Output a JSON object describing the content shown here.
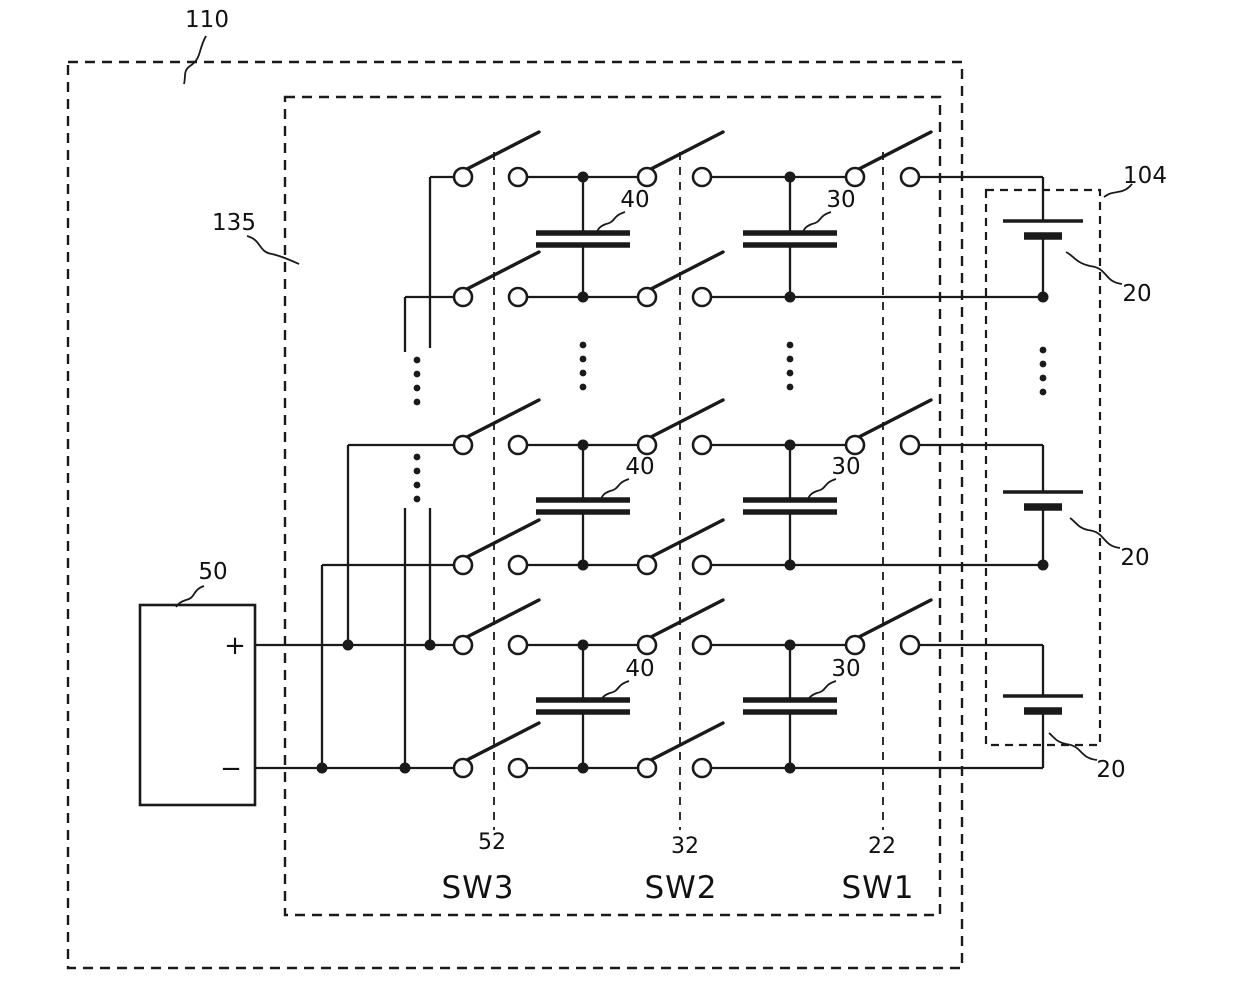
{
  "figure": {
    "system_label": "110",
    "switch_matrix_label": "135",
    "battery_stack_label": "104",
    "power_source_label": "50",
    "plus_terminal": "+",
    "minus_terminal": "−",
    "batteries": [
      "20",
      "20",
      "20"
    ],
    "capacitors_40": [
      "40",
      "40",
      "40"
    ],
    "capacitors_30": [
      "30",
      "30",
      "30"
    ],
    "switch_columns": [
      {
        "ref": "52",
        "name": "SW3"
      },
      {
        "ref": "32",
        "name": "SW2"
      },
      {
        "ref": "22",
        "name": "SW1"
      }
    ]
  }
}
